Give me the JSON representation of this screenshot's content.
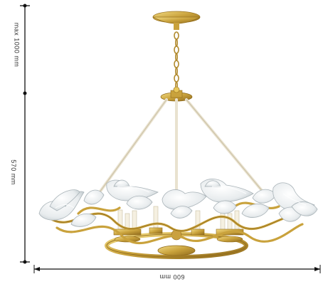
{
  "dimensions": {
    "overall_height": "max 1000 mm",
    "body_height": "570 mm",
    "width": "600 mm"
  },
  "colors": {
    "gold": "#c9a23c",
    "gold_dark": "#9a7420",
    "gold_light": "#f0d77a",
    "glass": "#eef1f2",
    "glass_edge": "#b9c2c6",
    "line": "#111111"
  }
}
